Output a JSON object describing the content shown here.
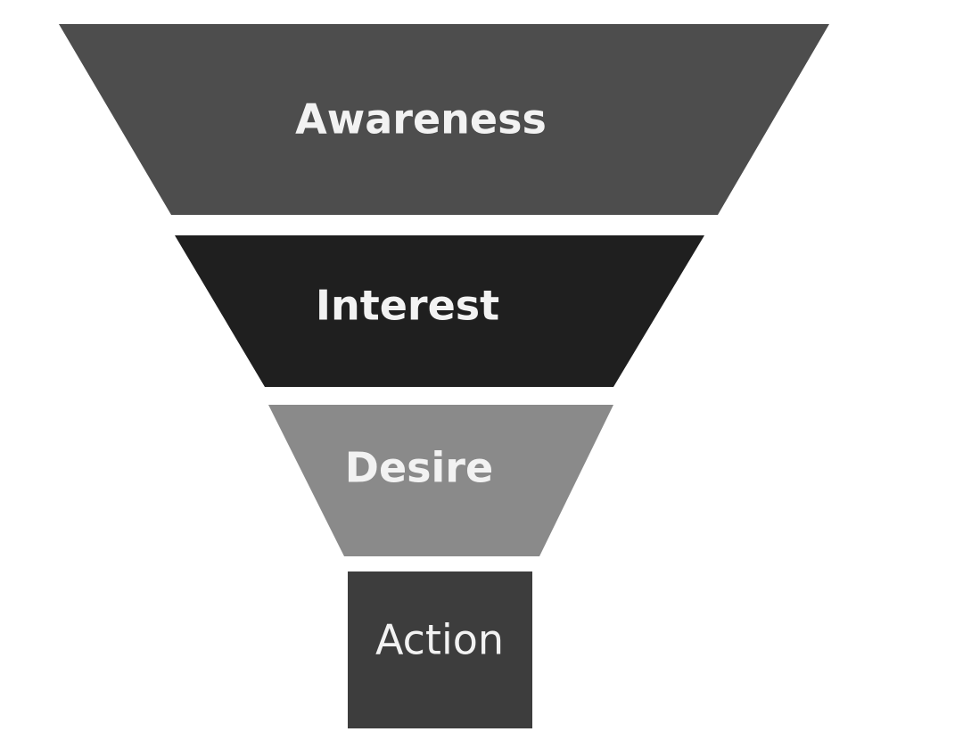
{
  "funnel": {
    "stages": [
      {
        "label": "Awareness",
        "color": "#4d4d4d"
      },
      {
        "label": "Interest",
        "color": "#1f1f1f"
      },
      {
        "label": "Desire",
        "color": "#8a8a8a"
      },
      {
        "label": "Action",
        "color": "#3d3d3d"
      }
    ]
  }
}
